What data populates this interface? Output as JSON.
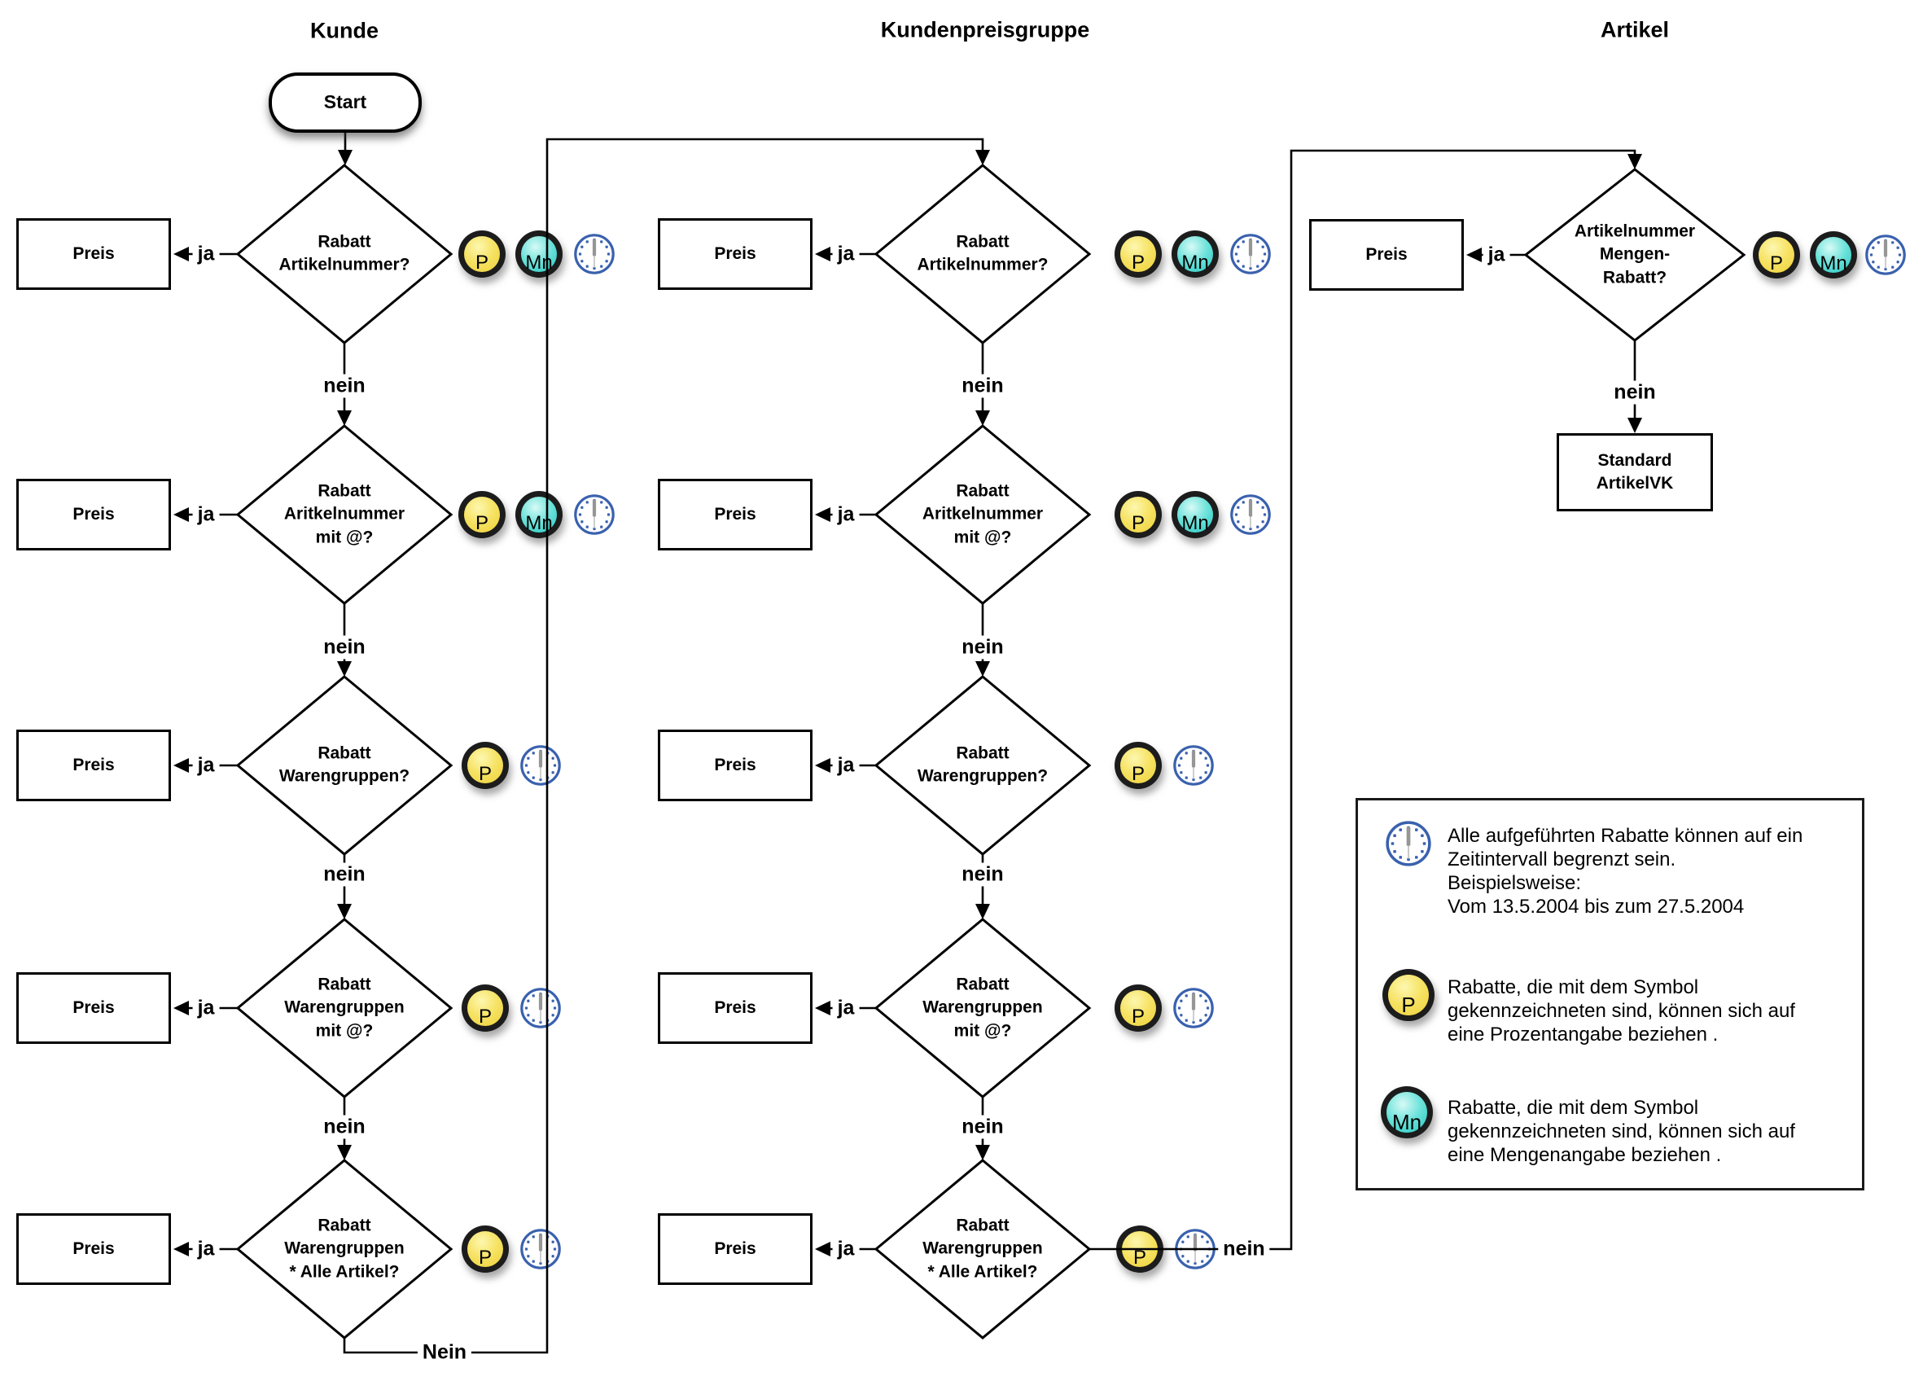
{
  "headers": {
    "kunde": "Kunde",
    "kundenpreisgruppe": "Kundenpreisgruppe",
    "artikel": "Artikel"
  },
  "labels": {
    "start": "Start",
    "preis": "Preis",
    "ja": "ja",
    "nein": "nein",
    "nein_capital": "Nein"
  },
  "icon_labels": {
    "p": "P",
    "mn": "Mn"
  },
  "kunde_rows": [
    {
      "question": "Rabatt\nArtikelnummer?"
    },
    {
      "question": "Rabatt\nAritkelnummer\nmit @?"
    },
    {
      "question": "Rabatt\nWarengruppen?"
    },
    {
      "question": "Rabatt\nWarengruppen\nmit @?"
    },
    {
      "question": "Rabatt\nWarengruppen\n* Alle Artikel?"
    }
  ],
  "kundenpreisgruppe_rows": [
    {
      "question": "Rabatt\nArtikelnummer?"
    },
    {
      "question": "Rabatt\nAritkelnummer\nmit @?"
    },
    {
      "question": "Rabatt\nWarengruppen?"
    },
    {
      "question": "Rabatt\nWarengruppen\nmit @?"
    },
    {
      "question": "Rabatt\nWarengruppen\n* Alle Artikel?"
    }
  ],
  "artikel_flow": {
    "question": "Artikelnummer\nMengen-\nRabatt?",
    "result": "Standard\nArtikelVK"
  },
  "legend": {
    "zeit_text": "Alle aufgeführten Rabatte können auf ein\nZeitintervall begrenzt sein.\nBeispielsweise:\nVom 13.5.2004 bis zum 27.5.2004",
    "p_text": "Rabatte, die mit dem Symbol\ngekennzeichneten sind, können sich auf\neine Prozentangabe beziehen .",
    "mn_text": "Rabatte, die mit dem Symbol\ngekennzeichneten sind, können sich auf\neine Mengenangabe beziehen ."
  },
  "colors": {
    "p_fill": "#F4DD4D",
    "mn_fill": "#3FD4CD",
    "icon_ring": "#1C1C1C",
    "clock_blue": "#3A61AE",
    "hand_gray": "#969696",
    "line": "#000000"
  }
}
